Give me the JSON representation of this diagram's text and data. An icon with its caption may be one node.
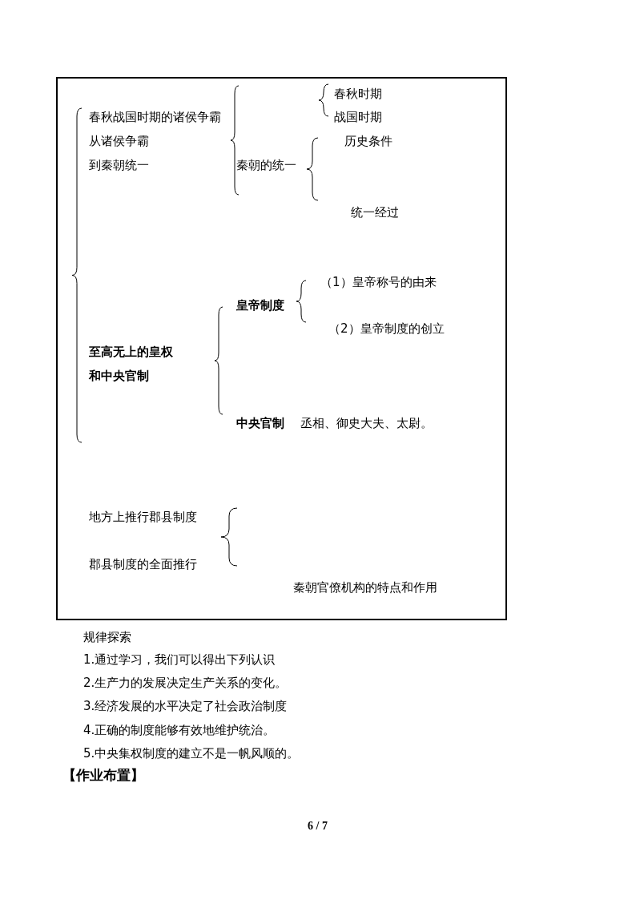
{
  "diagram": {
    "labels": [
      "春秋时期",
      "春秋战国时期的诸侯争霸",
      "战国时期",
      "从诸侯争霸",
      "历史条件",
      "到秦朝统一",
      "秦朝的统一",
      "统一经过",
      "（1）皇帝称号的由来",
      "皇帝制度",
      "（2）皇帝制度的创立",
      "至高无上的皇权",
      "和中央官制",
      "中央官制",
      "丞相、御史大夫、太尉。",
      "地方上推行郡县制度",
      "郡县制度的全面推行",
      "秦朝官僚机构的特点和作用",
      "规律探索",
      "1.通过学习，我们可以得出下列认识",
      "2.生产力的发展决定生产关系的变化。",
      "3.经济发展的水平决定了社会政治制度",
      "4.正确的制度能够有效地维护统治。",
      "5.中央集权制度的建立不是一帆风顺的。",
      "【作业布置】",
      "6 / 7"
    ]
  }
}
